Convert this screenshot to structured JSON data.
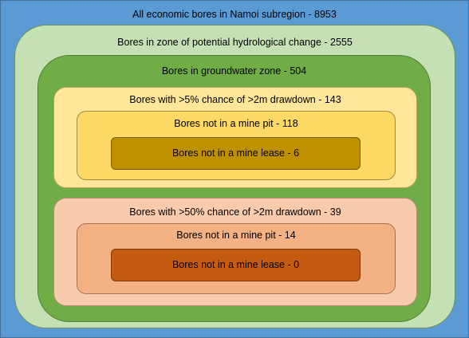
{
  "diagram": {
    "levels": {
      "all_bores": {
        "label": "All economic bores in Namoi subregion - 8953",
        "color": "#5b9bd5"
      },
      "hydro_change": {
        "label": "Bores in zone of potential hydrological change - 2555",
        "color": "#c5e0b4"
      },
      "groundwater": {
        "label": "Bores in groundwater zone - 504",
        "color": "#70ad47"
      },
      "chance_5pct": {
        "label": "Bores with >5% chance of >2m drawdown - 143",
        "color": "#ffe699",
        "not_in_pit": {
          "label": "Bores not in a mine pit - 118",
          "color": "#ffd966"
        },
        "not_in_lease": {
          "label": "Bores not in a mine lease - 6",
          "color": "#bf9000"
        }
      },
      "chance_50pct": {
        "label": "Bores with >50% chance of >2m drawdown - 39",
        "color": "#f8cbad",
        "not_in_pit": {
          "label": "Bores not in a mine pit - 14",
          "color": "#f4b183"
        },
        "not_in_lease": {
          "label": "Bores not in a mine lease - 0",
          "color": "#c55a11"
        }
      }
    }
  }
}
